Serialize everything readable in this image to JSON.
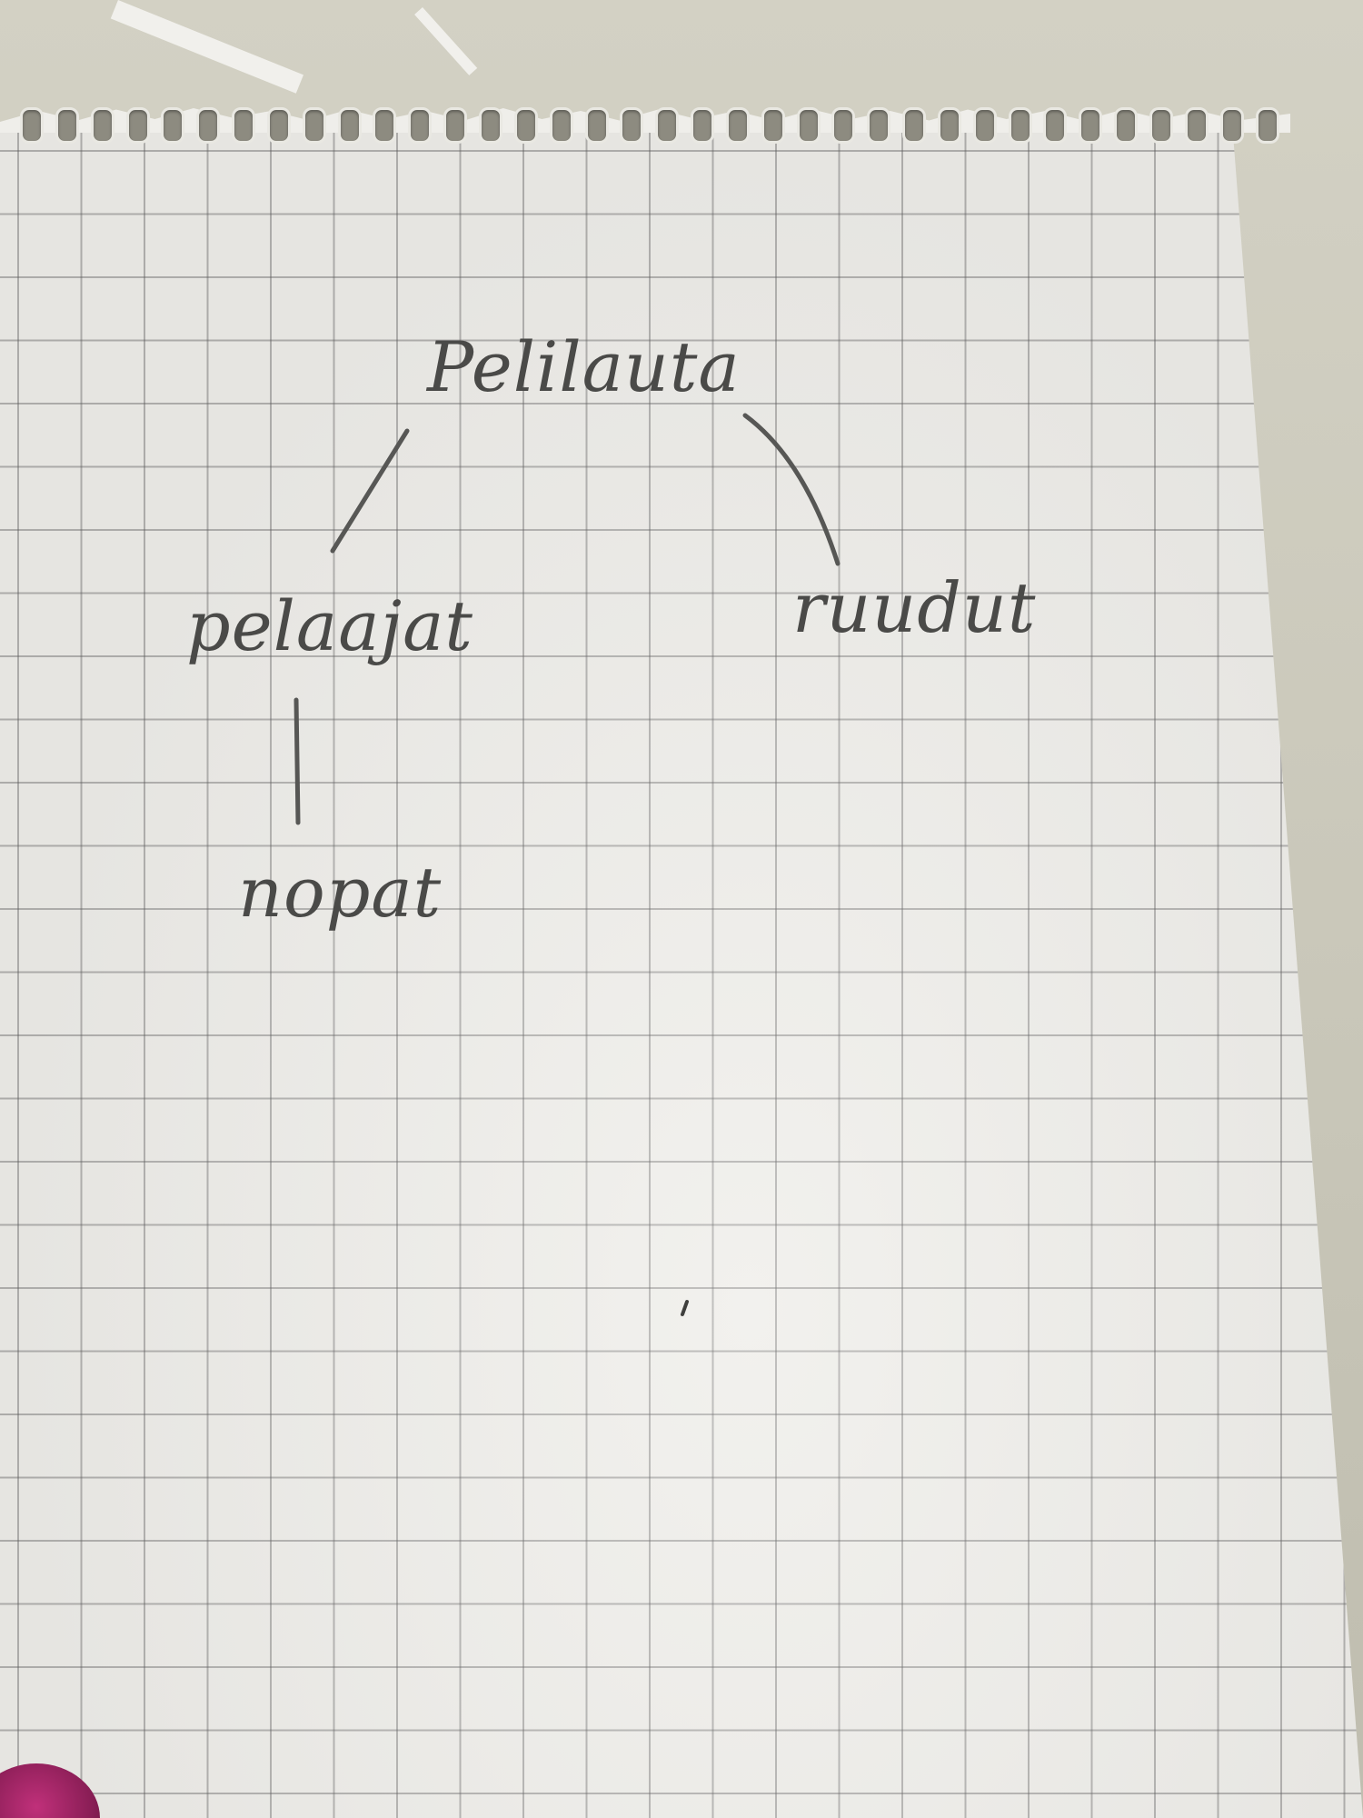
{
  "diagram": {
    "nodes": [
      {
        "id": "pelilauta",
        "label": "Pelilauta"
      },
      {
        "id": "pelaajat",
        "label": "pelaajat"
      },
      {
        "id": "ruudut",
        "label": "ruudut"
      },
      {
        "id": "nopat",
        "label": "nopat"
      }
    ],
    "edges": [
      {
        "from": "pelilauta",
        "to": "pelaajat"
      },
      {
        "from": "pelilauta",
        "to": "ruudut"
      },
      {
        "from": "pelaajat",
        "to": "nopat"
      }
    ]
  },
  "colors": {
    "paper": "#efeeea",
    "grid": "#5f5f5f",
    "pencil": "#4a4a48",
    "background": "#c9c7ba"
  }
}
